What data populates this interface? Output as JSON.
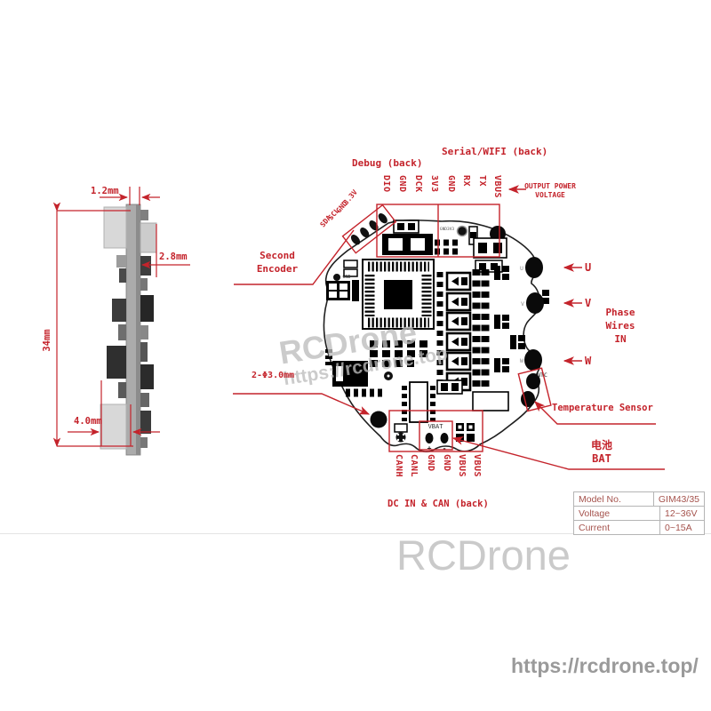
{
  "colors": {
    "accent": "#c4232b",
    "table_text": "#a5534d",
    "board_line": "#1f1f1f",
    "watermark_gray": "#c9c9c9"
  },
  "side_view": {
    "dim_top": "1.2mm",
    "dim_right": "2.8mm",
    "dim_total": "34mm",
    "dim_bottom": "4.0mm"
  },
  "pcb": {
    "debug_label": "Debug (back)",
    "serial_label": "Serial/WIFI (back)",
    "top_pins": [
      "DIO",
      "GND",
      "DCK",
      "3V3",
      "GND",
      "RX",
      "TX",
      "VBUS"
    ],
    "output_power_label": "OUTPUT POWER\nVOLTAGE",
    "second_encoder_label": "Second\nEncoder",
    "encoder_pins": [
      "SDA",
      "SCL",
      "GND",
      "3.3V"
    ],
    "phase_u": "U",
    "phase_v": "V",
    "phase_w": "W",
    "phase_wires_label": "Phase\nWires\nIN",
    "temperature_label": "Temperature Sensor",
    "battery_label": "电池\nBAT",
    "hole_label": "2-Φ3.0mm",
    "bottom_pins": [
      "CANH",
      "CANL",
      "GND",
      "GND",
      "VBUS",
      "VBUS"
    ],
    "dc_can_label": "DC IN & CAN (back)",
    "vbat_label": "VBAT",
    "vbat_plus": "+",
    "vbat_minus": "-",
    "ntc_label": "NTC",
    "pad_u": "U",
    "pad_v": "V",
    "pad_w": "W",
    "silk_gnd": "GND",
    "silk_gnd3v3": "GND3V3"
  },
  "table": {
    "rows": [
      {
        "label": "Model No.",
        "value": "GIM43/35"
      },
      {
        "label": "Voltage",
        "value": "12~36V"
      },
      {
        "label": "Current",
        "value": "0~15A"
      }
    ]
  },
  "watermarks": {
    "pcb_line1": "RCDrone",
    "pcb_line2": "https://rcdrone.top",
    "bottom_center": "RCDrone",
    "bottom_right": "https://rcdrone.top/"
  }
}
